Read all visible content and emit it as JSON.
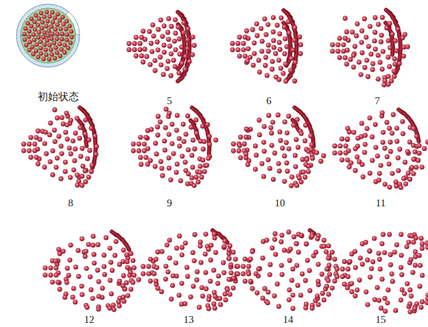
{
  "diagram": {
    "labels": [
      "初始状态",
      "5",
      "6",
      "7",
      "8",
      "9",
      "10",
      "11",
      "12",
      "13",
      "14",
      "15"
    ]
  }
}
